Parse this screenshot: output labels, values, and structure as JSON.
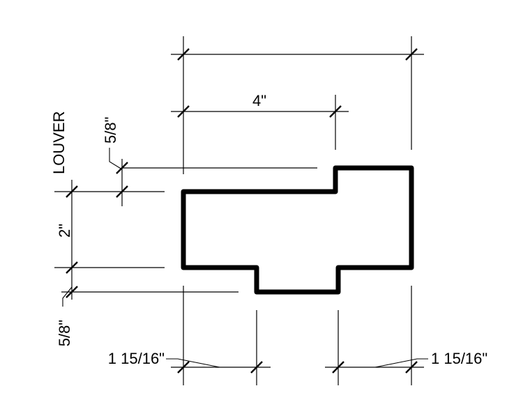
{
  "drawing": {
    "title": "LOUVER",
    "dimensions": {
      "overall_width": "",
      "top_width": "4\"",
      "top_offset": "5/8\"",
      "height": "2\"",
      "bottom_offset": "5/8\"",
      "left_bottom_width": "1 15/16\"",
      "right_bottom_width": "1 15/16\""
    }
  }
}
